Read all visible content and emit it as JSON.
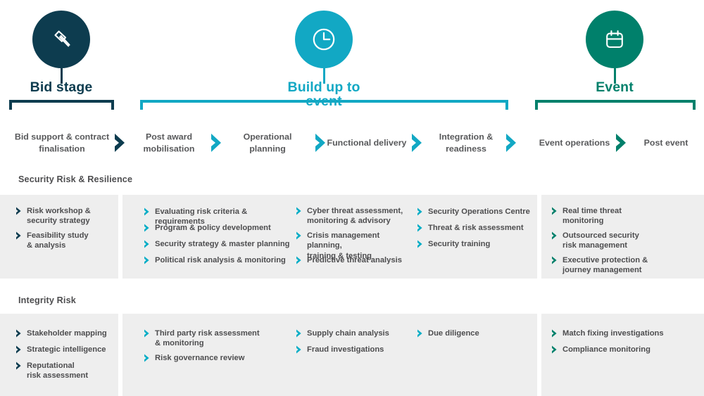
{
  "colors": {
    "navy": "#0d3c4f",
    "cyan": "#00adc6",
    "green": "#00806b",
    "panel_bg": "#eeeeee",
    "text_gray": "#4d4d4f",
    "step_gray": "#58595b",
    "page_bg": "#ffffff"
  },
  "phases": [
    {
      "title": "Bid stage",
      "icon": "gavel-icon",
      "color_key": "navy"
    },
    {
      "title": "Build up to event",
      "icon": "clock-icon",
      "color_key": "cyan"
    },
    {
      "title": "Event",
      "icon": "calendar-icon",
      "color_key": "green"
    }
  ],
  "steps": [
    {
      "label": "Bid support &\ncontract finalisation",
      "phase": 0
    },
    {
      "label": "Post award\nmobilisation",
      "phase": 1
    },
    {
      "label": "Operational\nplanning",
      "phase": 1
    },
    {
      "label": "Functional\ndelivery",
      "phase": 1
    },
    {
      "label": "Integration &\nreadiness",
      "phase": 1
    },
    {
      "label": "Event\noperations",
      "phase": 2
    },
    {
      "label": "Post\nevent",
      "phase": 2
    }
  ],
  "sections": [
    {
      "label": "Security Risk & Resilience",
      "columns": [
        {
          "arrow_color_key": "navy",
          "items": [
            "Risk workshop &\nsecurity strategy",
            "Feasibility study\n& analysis"
          ]
        },
        {
          "arrow_color_key": "cyan",
          "items": [
            "Evaluating risk criteria & requirements",
            "Program & policy development",
            "Security strategy & master planning",
            "Political risk analysis & monitoring"
          ]
        },
        {
          "arrow_color_key": "cyan",
          "items": [
            "Cyber threat assessment,\nmonitoring & advisory",
            "Crisis management planning,\ntraining & testing",
            "Predictive threat analysis"
          ]
        },
        {
          "arrow_color_key": "cyan",
          "items": [
            "Security Operations Centre",
            "Threat & risk assessment",
            "Security training"
          ]
        },
        {
          "arrow_color_key": "green",
          "items": [
            "Real time threat\nmonitoring",
            "Outsourced security\nrisk management",
            "Executive protection &\njourney management"
          ]
        }
      ]
    },
    {
      "label": "Integrity Risk",
      "columns": [
        {
          "arrow_color_key": "navy",
          "items": [
            "Stakeholder mapping",
            "Strategic intelligence",
            "Reputational\nrisk assessment"
          ]
        },
        {
          "arrow_color_key": "cyan",
          "items": [
            "Third party risk assessment\n& monitoring",
            "Risk governance review"
          ]
        },
        {
          "arrow_color_key": "cyan",
          "items": [
            "Supply chain analysis",
            "Fraud investigations"
          ]
        },
        {
          "arrow_color_key": "cyan",
          "items": [
            "Due diligence"
          ]
        },
        {
          "arrow_color_key": "green",
          "items": [
            "Match fixing investigations",
            "Compliance monitoring"
          ]
        }
      ]
    }
  ]
}
